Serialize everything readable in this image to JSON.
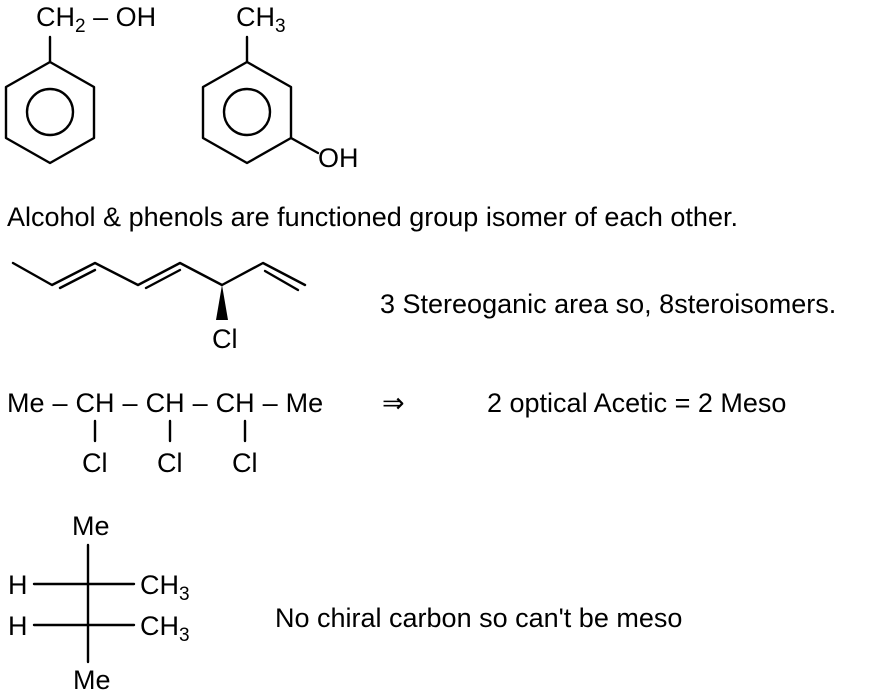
{
  "molecule1": {
    "group": "CH",
    "sub": "2",
    "link": " – OH"
  },
  "molecule2": {
    "top": "CH",
    "top_sub": "3",
    "oh": "OH"
  },
  "statement1": "Alcohol & phenols are functioned group isomer of each other.",
  "triene": {
    "cl": "Cl",
    "caption": "3 Stereoganic area so, 8steroisomers."
  },
  "chain": {
    "me_left": "Me",
    "ch1": "CH",
    "ch2": "CH",
    "ch3": "CH",
    "me_right": "Me",
    "dash": "–",
    "arrow": "⇒",
    "cl1": "Cl",
    "cl2": "Cl",
    "cl3": "Cl",
    "caption": "2 optical Acetic = 2 Meso"
  },
  "fischer": {
    "top": "Me",
    "bottom": "Me",
    "h1": "H",
    "h2": "H",
    "r1": "CH",
    "r1_sub": "3",
    "r2": "CH",
    "r2_sub": "3",
    "caption": "No chiral carbon so can't be meso"
  }
}
